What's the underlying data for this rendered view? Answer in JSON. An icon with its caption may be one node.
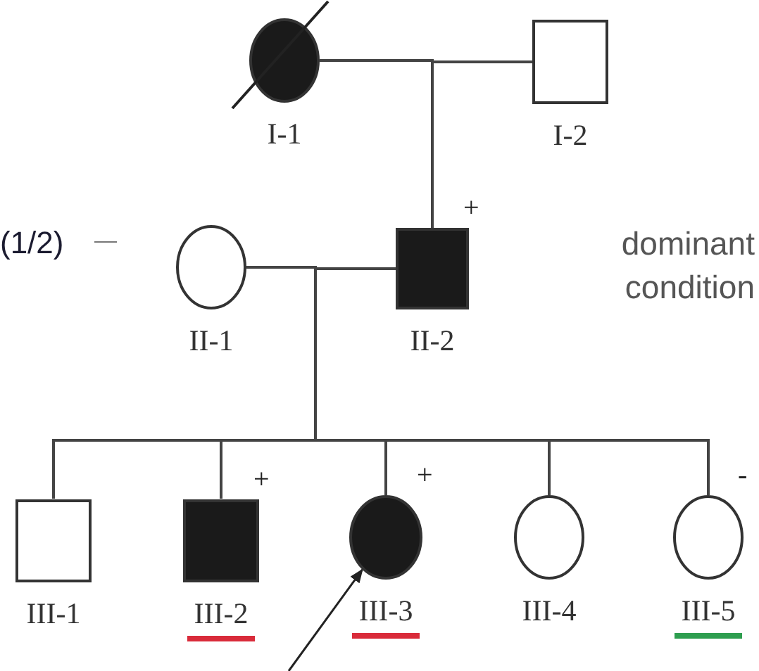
{
  "diagram": {
    "nodes": [
      {
        "text": [
          "I-1"
        ]
      },
      {
        "text": [
          "I-2"
        ]
      },
      {
        "text": [
          "II-1"
        ]
      },
      {
        "text": [
          "II-2"
        ],
        "beside": [
          "+"
        ]
      },
      {
        "text": [
          "III-1"
        ]
      },
      {
        "text": [
          "III-2"
        ],
        "beside": [
          "+"
        ]
      },
      {
        "text": [
          "III-3"
        ],
        "beside": [
          "+"
        ]
      },
      {
        "text": [
          "III-4"
        ]
      },
      {
        "text": [
          "III-5"
        ],
        "beside": [
          "-"
        ]
      }
    ],
    "edges": [
      {
        "from": 0,
        "to": 3,
        "arrow": "none"
      },
      {
        "from": 1,
        "to": 3,
        "arrow": "none"
      },
      {
        "from": 2,
        "to": 4,
        "arrow": "none"
      },
      {
        "from": 3,
        "to": 4,
        "arrow": "none"
      },
      {
        "from": 2,
        "to": 5,
        "arrow": "none"
      },
      {
        "from": 3,
        "to": 5,
        "arrow": "none"
      },
      {
        "from": 2,
        "to": 6,
        "arrow": "none"
      },
      {
        "from": 3,
        "to": 6,
        "arrow": "none"
      },
      {
        "from": 2,
        "to": 7,
        "arrow": "none"
      },
      {
        "from": 3,
        "to": 7,
        "arrow": "none"
      },
      {
        "from": 2,
        "to": 8,
        "arrow": "none"
      },
      {
        "from": 3,
        "to": 8,
        "arrow": "none"
      },
      {
        "from": null,
        "to": 6,
        "arrow": "to"
      }
    ],
    "labels": [
      "(1/2)",
      "dominant condition"
    ]
  }
}
